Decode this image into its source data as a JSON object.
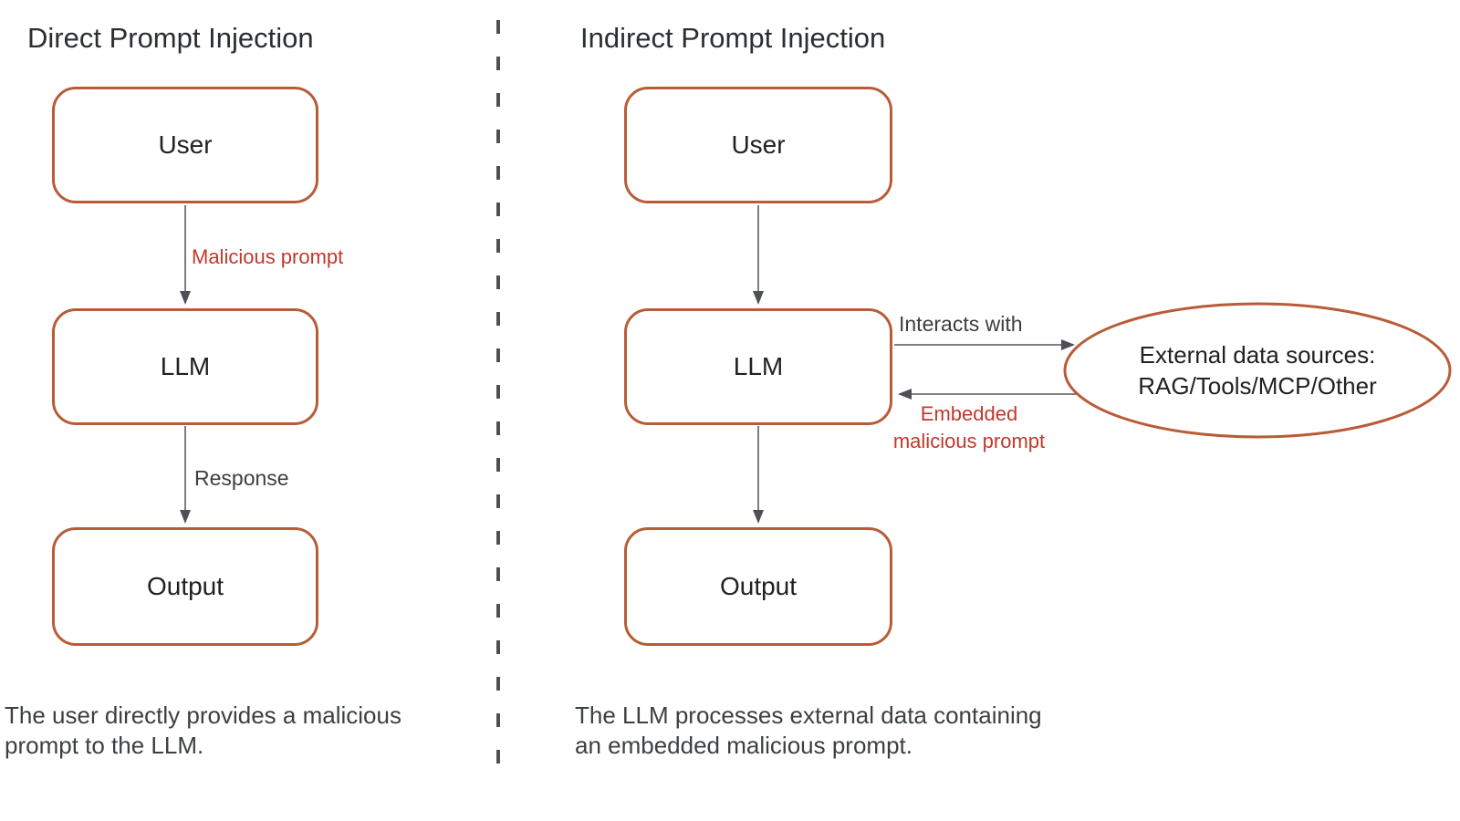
{
  "colors": {
    "node_border": "#b85c38",
    "malicious_label_text": "#c0392b",
    "connector_line": "#6b6f73",
    "arrowhead": "#4d5156",
    "divider": "#4f4f4f",
    "text": "#202124"
  },
  "panels": {
    "direct": {
      "title": "Direct Prompt Injection",
      "nodes": {
        "user": "User",
        "llm": "LLM",
        "output": "Output"
      },
      "edges": {
        "user_to_llm": "Malicious prompt",
        "llm_to_output": "Response"
      },
      "caption": {
        "line1": "The user directly provides a malicious",
        "line2": "prompt to the LLM."
      }
    },
    "indirect": {
      "title": "Indirect Prompt Injection",
      "nodes": {
        "user": "User",
        "llm": "LLM",
        "output": "Output",
        "external": {
          "line1": "External data sources:",
          "line2": "RAG/Tools/MCP/Other"
        }
      },
      "edges": {
        "llm_to_external": "Interacts with",
        "external_to_llm": {
          "line1": "Embedded",
          "line2": "malicious prompt"
        }
      },
      "caption": {
        "line1": "The LLM processes external data containing",
        "line2": "an embedded malicious prompt."
      }
    }
  }
}
